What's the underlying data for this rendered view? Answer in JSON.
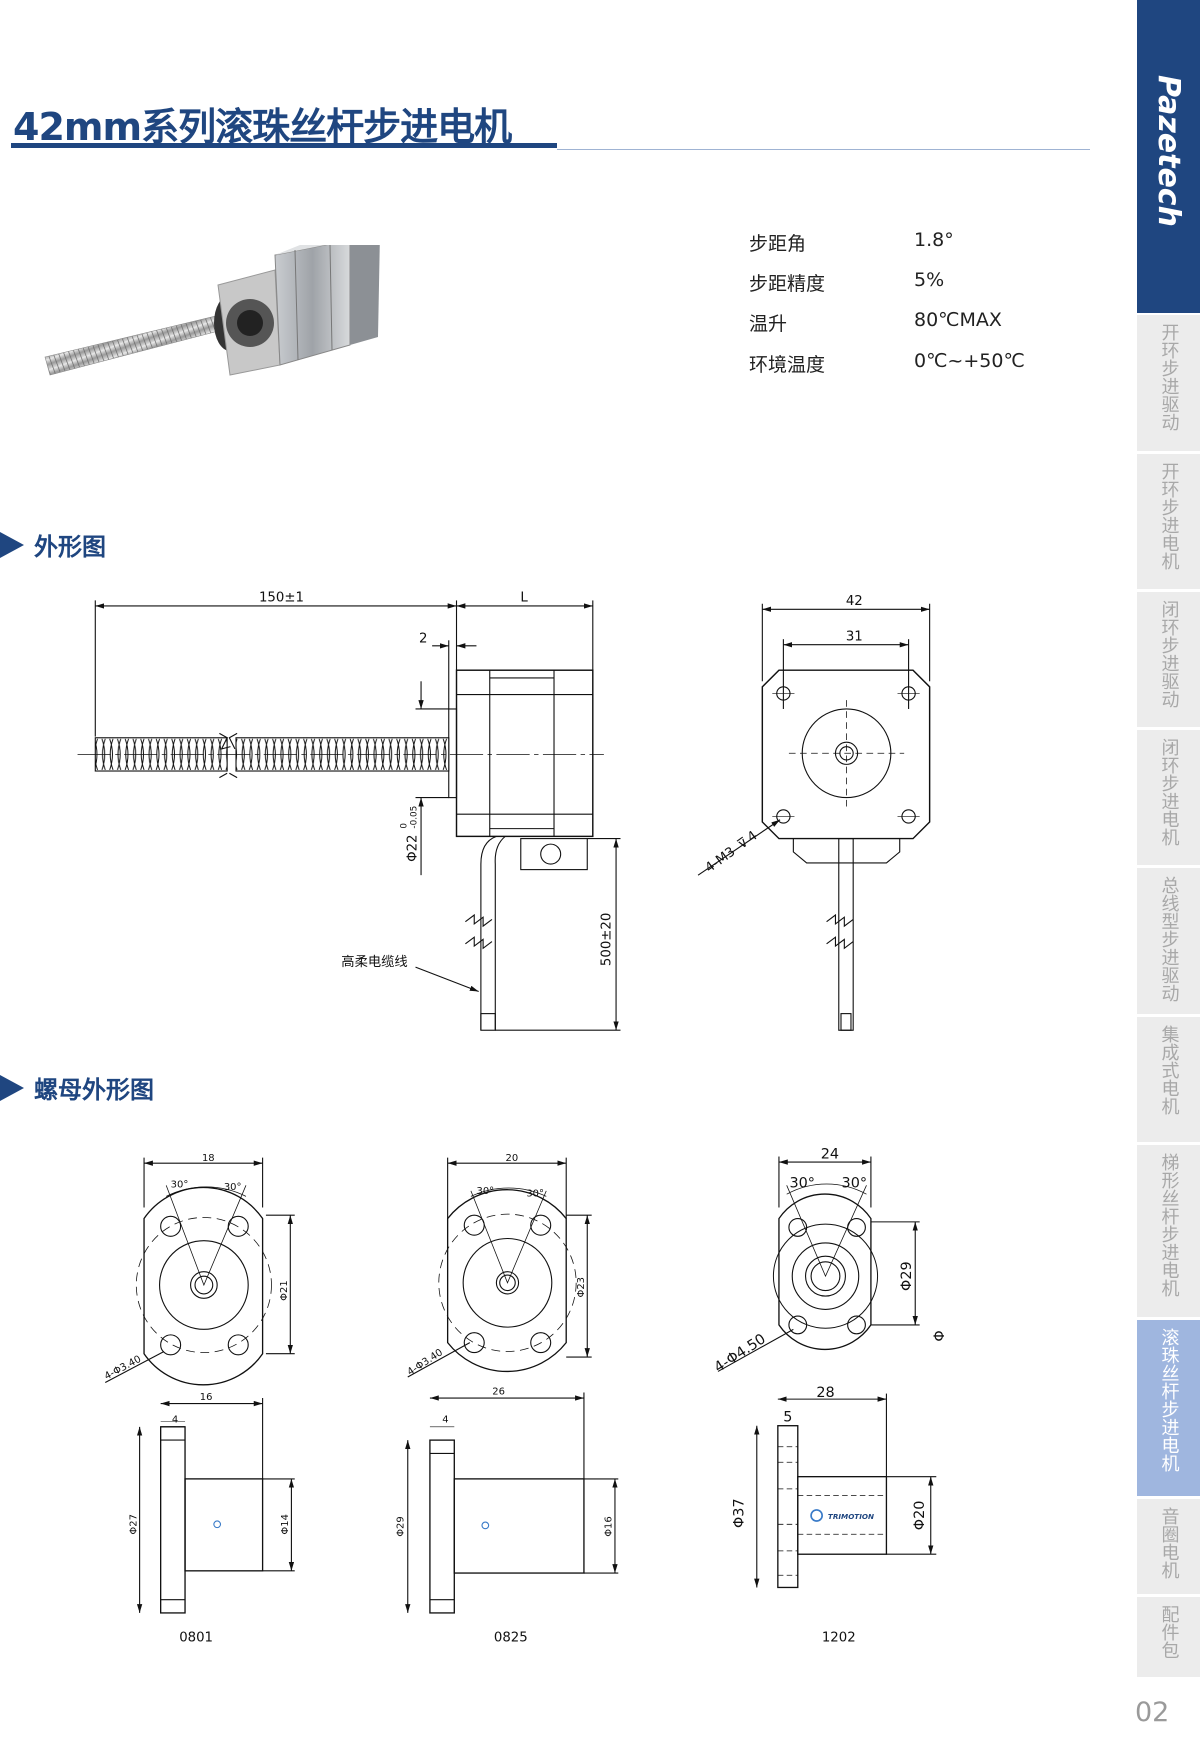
{
  "header": {
    "title": "42mm系列滚珠丝杆步进电机"
  },
  "specs": [
    {
      "label": "步距角",
      "value": "1.8°"
    },
    {
      "label": "步距精度",
      "value": "5%"
    },
    {
      "label": "温升",
      "value": "80℃MAX"
    },
    {
      "label": "环境温度",
      "value": "0℃~+50℃"
    }
  ],
  "sections": {
    "outline": "外形图",
    "nut_outline": "螺母外形图"
  },
  "motor_drawing": {
    "screw_length": "150±1",
    "body_length": "L",
    "boss_height": "2",
    "boss_diameter": "Φ22",
    "boss_tol_upper": "0",
    "boss_tol_lower": "-0.05",
    "cable_length": "500±20",
    "cable_label": "高柔电缆线",
    "width": "42",
    "hole_spacing": "31",
    "hole_callout": "4-M3",
    "hole_depth": "4"
  },
  "nuts": [
    {
      "model": "0801",
      "flange_width": "18",
      "angle_left": "30°",
      "angle_right": "30°",
      "pcd": "Φ21",
      "holes": "4-Φ3.40",
      "length": "16",
      "flange_thickness": "4",
      "flange_dia": "Φ27",
      "body_dia": "Φ14"
    },
    {
      "model": "0825",
      "flange_width": "20",
      "angle_left": "30°",
      "angle_right": "30°",
      "pcd": "Φ23",
      "holes": "4-Φ3.40",
      "length": "26",
      "flange_thickness": "4",
      "flange_dia": "Φ29",
      "body_dia": "Φ16"
    },
    {
      "model": "1202",
      "flange_width": "24",
      "angle_left": "30°",
      "angle_right": "30°",
      "pcd": "Φ29",
      "holes": "4-Φ4.50",
      "length": "28",
      "flange_thickness": "5",
      "flange_dia": "Φ37",
      "body_dia": "Φ20",
      "extra_symbol": "Φ",
      "brand": "TRIMOTION"
    }
  ],
  "sidebar": {
    "logo": "Pazetech",
    "tabs": [
      {
        "label": "开环步进驱动",
        "active": false
      },
      {
        "label": "开环步进电机",
        "active": false
      },
      {
        "label": "闭环步进驱动",
        "active": false
      },
      {
        "label": "闭环步进电机",
        "active": false
      },
      {
        "label": "总线型步进驱动",
        "active": false
      },
      {
        "label": "集成式电机",
        "active": false
      },
      {
        "label": "梯形丝杆步进电机",
        "active": false
      },
      {
        "label": "滚珠丝杆步进电机",
        "active": true
      },
      {
        "label": "音圈电机",
        "active": false
      },
      {
        "label": "配件包",
        "active": false
      }
    ]
  },
  "page_number": "02",
  "colors": {
    "brand": "#1f4680",
    "active_tab": "#9fb6df",
    "tab": "#ececec"
  }
}
